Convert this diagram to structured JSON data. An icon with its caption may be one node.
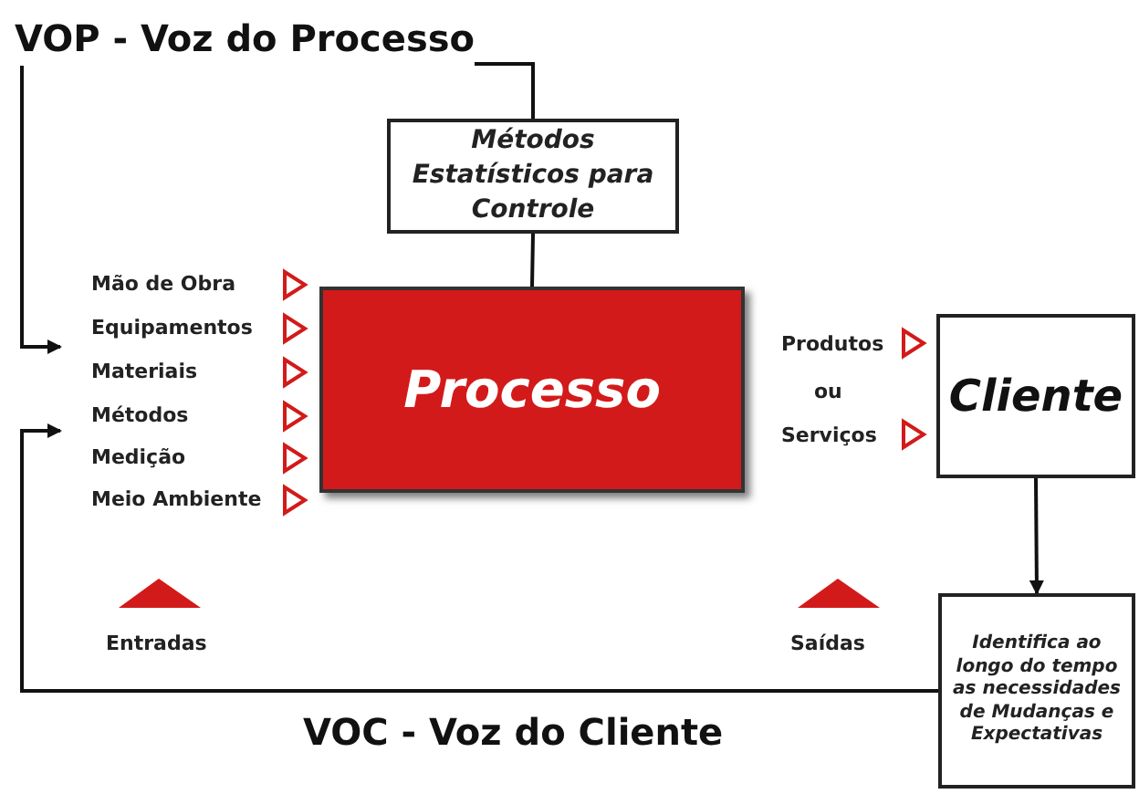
{
  "diagram": {
    "nodes": [
      {
        "text": [
          "Métodos Estatísticos para Controle"
        ]
      },
      {
        "text": [
          "Processo"
        ]
      },
      {
        "text": [
          "Cliente"
        ]
      },
      {
        "text": [
          "Identifica ao longo do tempo as necessidades de Mudanças e Expectativas"
        ]
      }
    ],
    "edges": [
      {
        "from": 0,
        "to": null,
        "arrow": "to",
        "label": "VOP - Voz do Processo"
      },
      {
        "from": 1,
        "to": 0,
        "arrow": "none"
      },
      {
        "from": 2,
        "to": 3,
        "arrow": "to"
      },
      {
        "from": 3,
        "to": null,
        "arrow": "to",
        "label": "VOC - Voz do Cliente"
      }
    ],
    "labels": [
      "Mão de Obra",
      "Equipamentos",
      "Materiais",
      "Métodos",
      "Medição",
      "Meio Ambiente",
      "Produtos",
      "ou",
      "Serviços",
      "Entradas",
      "Saídas"
    ]
  }
}
